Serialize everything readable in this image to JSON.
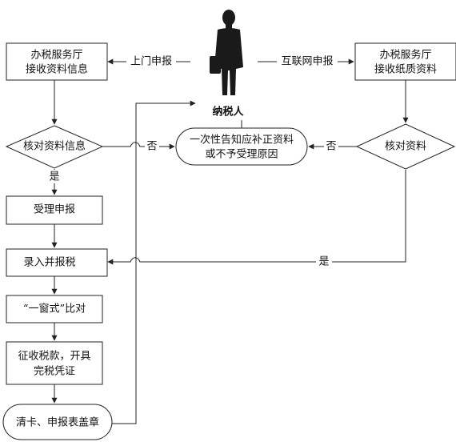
{
  "nodes": {
    "hall_receive_info": [
      "办税服务厅",
      "接收资料信息"
    ],
    "hall_receive_paper": [
      "办税服务厅",
      "接收纸质资料"
    ],
    "taxpayer": "纳税人",
    "check_info": "核对资料信息",
    "check_docs": "核对资料",
    "notify": [
      "一次性告知应补正资料",
      "或不予受理原因"
    ],
    "accept": "受理申报",
    "entry": "录入并报税",
    "compare": "“一窗式”比对",
    "collect": [
      "征收税款，开具",
      "完税凭证"
    ],
    "clear": "清卡、申报表盖章"
  },
  "edges": {
    "onsite": "上门申报",
    "internet": "互联网申报",
    "no_left": "否",
    "no_right": "否",
    "yes_down": "是",
    "yes_right": "是"
  },
  "colors": {
    "stroke": "#222222",
    "figure": "#1a1a1a"
  }
}
